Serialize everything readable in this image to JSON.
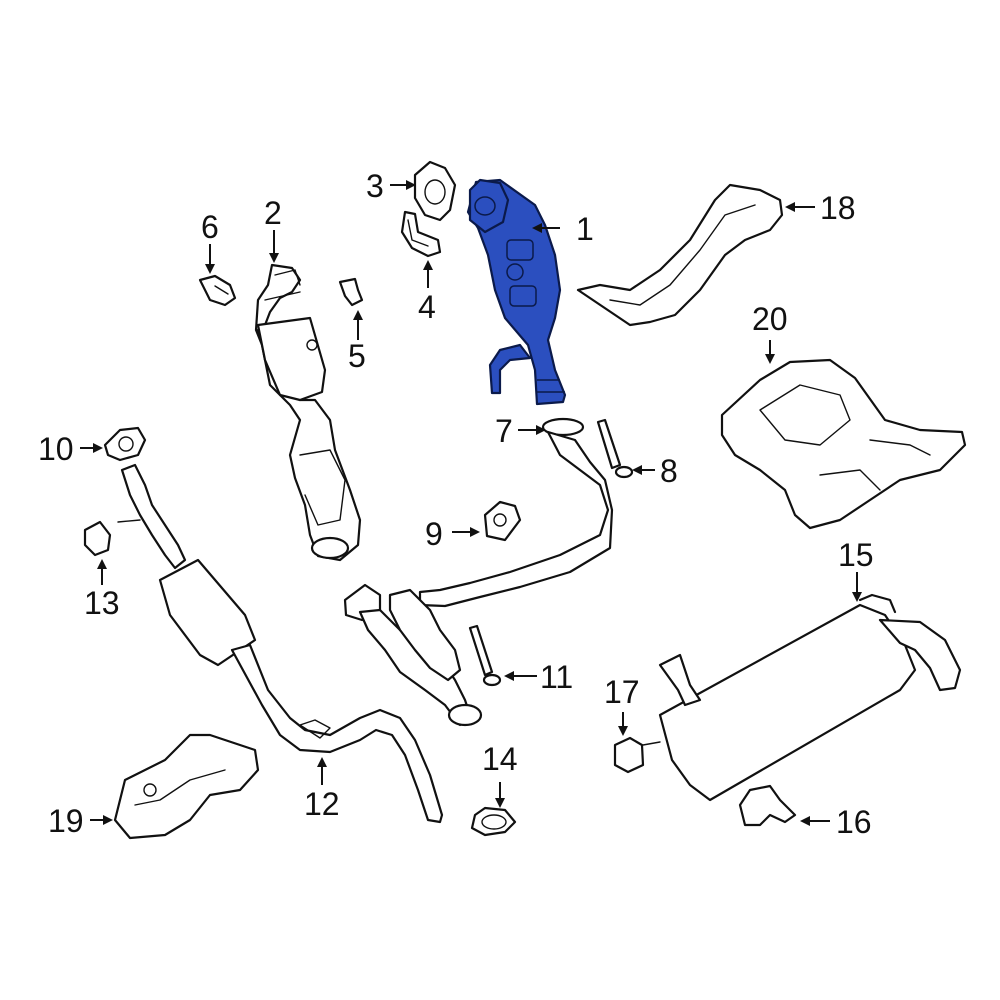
{
  "highlight_color": "#2b4fbf",
  "line_color": "#111111",
  "callouts": [
    {
      "id": "1",
      "label": "1"
    },
    {
      "id": "2",
      "label": "2"
    },
    {
      "id": "3",
      "label": "3"
    },
    {
      "id": "4",
      "label": "4"
    },
    {
      "id": "5",
      "label": "5"
    },
    {
      "id": "6",
      "label": "6"
    },
    {
      "id": "7",
      "label": "7"
    },
    {
      "id": "8",
      "label": "8"
    },
    {
      "id": "9",
      "label": "9"
    },
    {
      "id": "10",
      "label": "10"
    },
    {
      "id": "11",
      "label": "11"
    },
    {
      "id": "12",
      "label": "12"
    },
    {
      "id": "13",
      "label": "13"
    },
    {
      "id": "14",
      "label": "14"
    },
    {
      "id": "15",
      "label": "15"
    },
    {
      "id": "16",
      "label": "16"
    },
    {
      "id": "17",
      "label": "17"
    },
    {
      "id": "18",
      "label": "18"
    },
    {
      "id": "19",
      "label": "19"
    },
    {
      "id": "20",
      "label": "20"
    }
  ]
}
